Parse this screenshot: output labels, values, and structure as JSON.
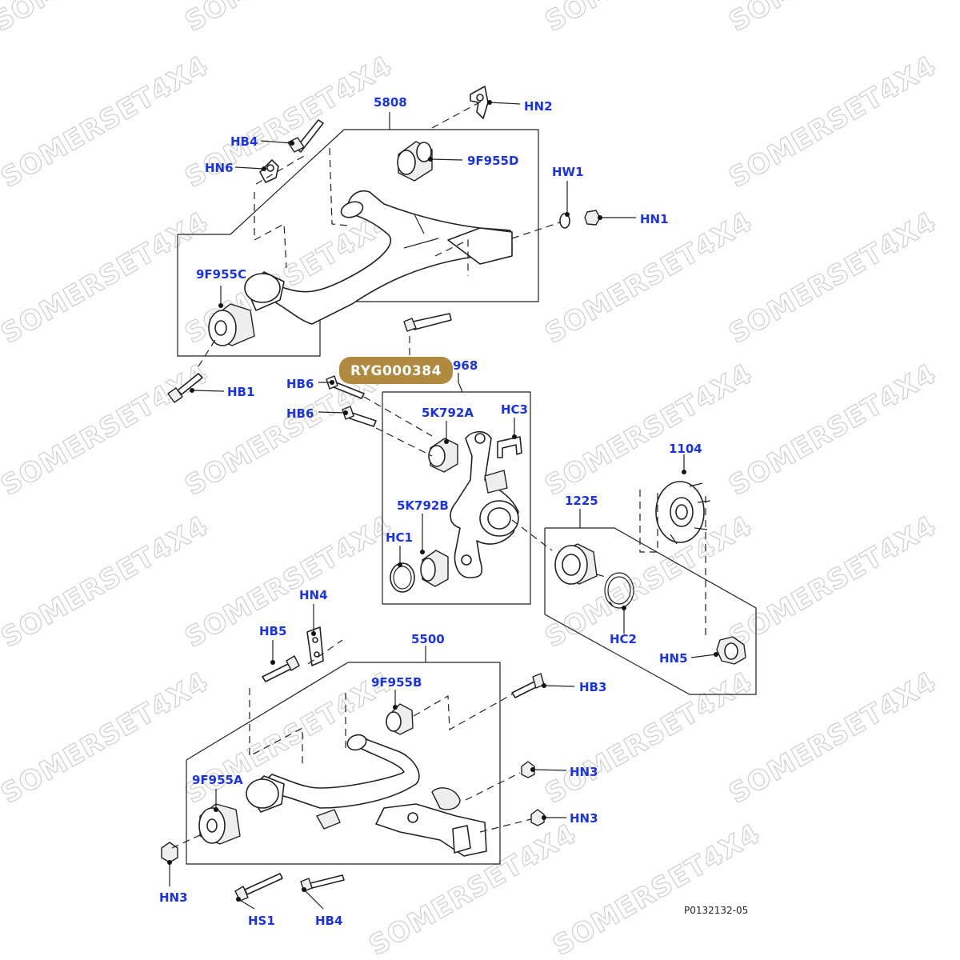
{
  "watermark": {
    "text": "SOMERSET4X4"
  },
  "badge": {
    "text": "RYG000384",
    "color": "#b08a3e"
  },
  "reference": {
    "code": "P0132132-05"
  },
  "label_color": "#1a33e6",
  "labels": {
    "5808": "5808",
    "hn2": "HN2",
    "hb4_top": "HB4",
    "hn6": "HN6",
    "9f955d": "9F955D",
    "hw1": "HW1",
    "hn1": "HN1",
    "9f955c": "9F955C",
    "hb1": "HB1",
    "968": "968",
    "hb6_a": "HB6",
    "hb6_b": "HB6",
    "5k792a": "5K792A",
    "hc3": "HC3",
    "1104": "1104",
    "1225": "1225",
    "5k792b": "5K792B",
    "hc1": "HC1",
    "hc2": "HC2",
    "hn5": "HN5",
    "hn4": "HN4",
    "hb5": "HB5",
    "5500": "5500",
    "hb3": "HB3",
    "9f955b": "9F955B",
    "hn3_r1": "HN3",
    "hn3_r2": "HN3",
    "9f955a": "9F955A",
    "hn3_l": "HN3",
    "hs1": "HS1",
    "hb4_bot": "HB4"
  },
  "icons": {
    "upper_arm": "upper-control-arm-icon",
    "lower_arm": "lower-control-arm-icon",
    "knuckle": "knuckle-icon",
    "hub": "wheel-hub-icon",
    "bearing": "wheel-bearing-icon",
    "bushing": "bushing-icon",
    "bolt": "bolt-icon",
    "nut": "nut-icon",
    "clip": "clip-icon",
    "circlip": "circlip-icon",
    "washer": "washer-icon"
  }
}
